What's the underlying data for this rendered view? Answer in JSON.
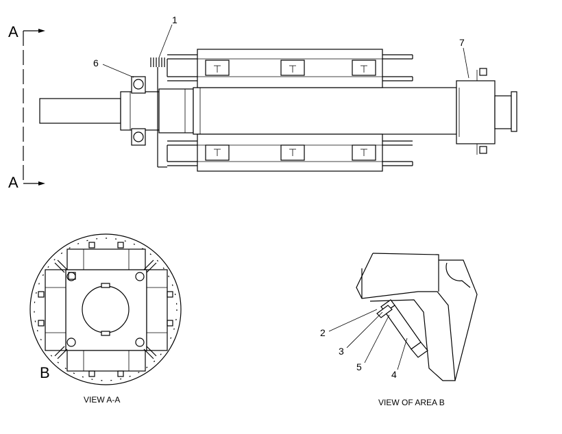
{
  "section_labels": {
    "top": "A",
    "bottom": "A",
    "detail": "B"
  },
  "callouts": [
    "1",
    "6",
    "7",
    "2",
    "3",
    "5",
    "4"
  ],
  "captions": {
    "view_aa": "VIEW  A-A",
    "view_b": "VIEW OF AREA  B"
  }
}
